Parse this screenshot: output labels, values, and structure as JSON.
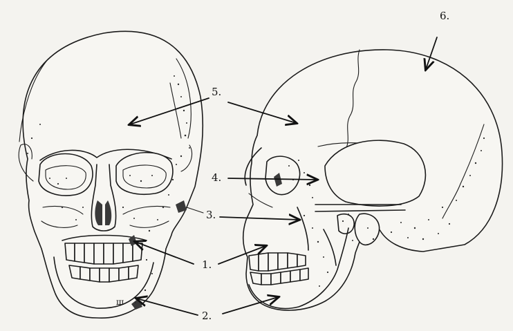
{
  "labels": {
    "n1": "1.",
    "n2": "2.",
    "n3": "3.",
    "n4": "4.",
    "n5": "5.",
    "n6": "6."
  },
  "stray_mark": "ш"
}
